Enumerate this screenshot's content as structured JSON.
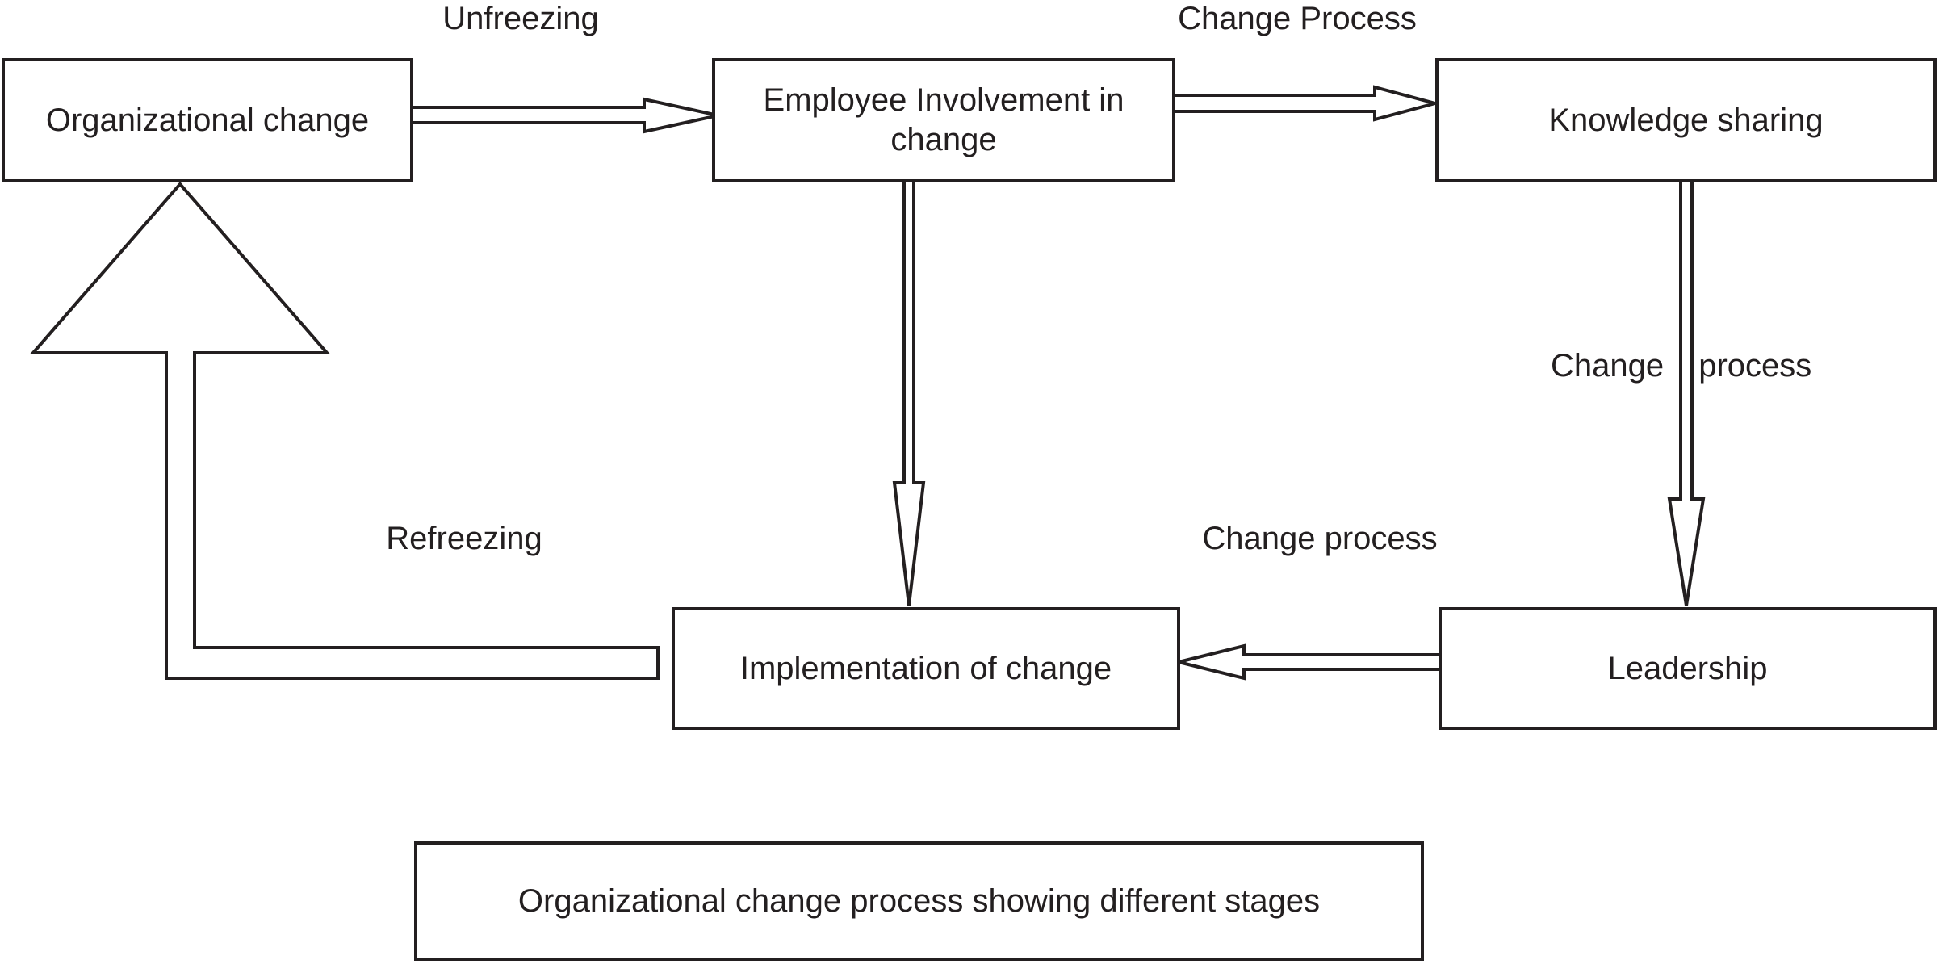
{
  "diagram": {
    "caption": "Organizational change process showing different stages",
    "nodes": [
      {
        "id": "organizational-change",
        "label": "Organizational change"
      },
      {
        "id": "employee-involvement",
        "label": "Employee Involvement in change"
      },
      {
        "id": "knowledge-sharing",
        "label": "Knowledge sharing"
      },
      {
        "id": "implementation-of-change",
        "label": "Implementation of change"
      },
      {
        "id": "leadership",
        "label": "Leadership"
      }
    ],
    "edge_labels": [
      {
        "id": "unfreezing",
        "text": "Unfreezing"
      },
      {
        "id": "change-process-top",
        "text": "Change Process"
      },
      {
        "id": "change-process-right",
        "text": "Change process"
      },
      {
        "id": "refreezing",
        "text": "Refreezing"
      },
      {
        "id": "change-process-mid",
        "text": "Change process"
      }
    ],
    "edges": [
      {
        "from": "Organizational change",
        "to": "Employee Involvement in change",
        "label": "Unfreezing",
        "direction": "right"
      },
      {
        "from": "Employee Involvement in change",
        "to": "Knowledge sharing",
        "label": "Change Process",
        "direction": "right"
      },
      {
        "from": "Employee Involvement in change",
        "to": "Implementation of change",
        "label": "",
        "direction": "down"
      },
      {
        "from": "Knowledge sharing",
        "to": "Leadership",
        "label": "Change process",
        "direction": "down"
      },
      {
        "from": "Leadership",
        "to": "Implementation of change",
        "label": "Change process",
        "direction": "left"
      },
      {
        "from": "Implementation of change",
        "to": "Organizational change",
        "label": "Refreezing",
        "direction": "up-loop"
      }
    ],
    "colors": {
      "stroke": "#231f20",
      "background": "#ffffff"
    }
  }
}
